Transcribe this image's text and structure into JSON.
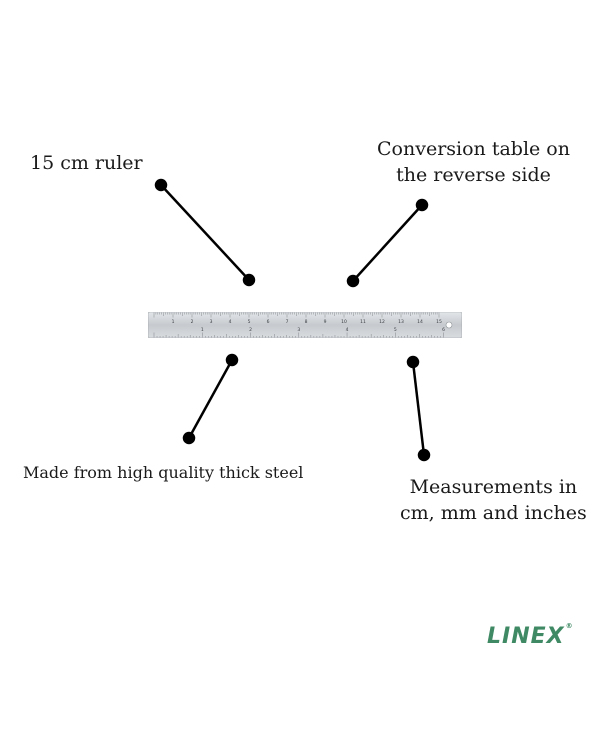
{
  "callouts": {
    "ruler_size": "15 cm ruler",
    "conversion": [
      "Conversion table on",
      "the reverse side"
    ],
    "material": "Made from high quality thick steel",
    "measurements": [
      "Measurements in",
      "cm, mm and inches"
    ]
  },
  "ruler": {
    "cm_labels": [
      "1",
      "2",
      "3",
      "4",
      "5",
      "6",
      "7",
      "8",
      "9",
      "10",
      "11",
      "12",
      "13",
      "14",
      "15"
    ],
    "inch_labels": [
      "1",
      "2",
      "3",
      "4",
      "5",
      "6"
    ],
    "steel_color": "#c9cdd1"
  },
  "logo": {
    "text": "LINEX",
    "mark": "®",
    "color": "#3f8a64"
  }
}
